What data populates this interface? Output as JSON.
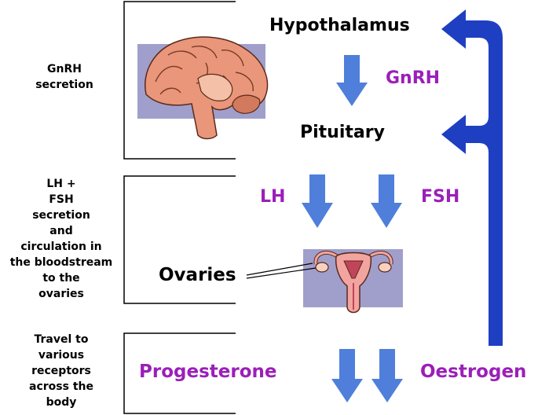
{
  "side_labels": {
    "gnrh_secretion": [
      "GnRH",
      "secretion"
    ],
    "lh_fsh_secretion": [
      "LH +",
      "FSH",
      "secretion",
      "and",
      "circulation in",
      "the bloodstream",
      "to the",
      "ovaries"
    ],
    "travel": [
      "Travel to",
      "various",
      "receptors",
      "across the",
      "body"
    ]
  },
  "organs": {
    "hypothalamus": "Hypothalamus",
    "pituitary": "Pituitary",
    "ovaries": "Ovaries"
  },
  "hormones": {
    "gnrh": "GnRH",
    "lh": "LH",
    "fsh": "FSH",
    "progesterone": "Progesterone",
    "oestrogen": "Oestrogen"
  },
  "colors": {
    "hormone_text": "#9b1fb8",
    "down_arrow": "#4f7fdb",
    "feedback_arrow": "#1f3fc2",
    "image_box": "#a09fcb",
    "brain": "#e9967a",
    "uterus": "#f2a5a0"
  }
}
